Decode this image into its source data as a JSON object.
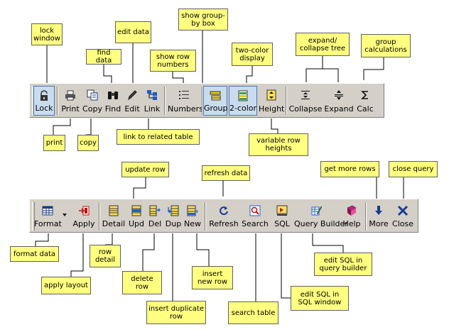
{
  "colors": {
    "toolbar": "#d4d0c8",
    "note": "#ffff80",
    "pressed": "#c9dcee",
    "pressed_border": "#4a74b8"
  },
  "toolbar1": {
    "buttons": [
      {
        "id": "lock",
        "label": "Lock",
        "icon": "lock-icon",
        "pressed": true
      },
      {
        "id": "print",
        "label": "Print",
        "icon": "printer-icon"
      },
      {
        "id": "copy",
        "label": "Copy",
        "icon": "copy-icon"
      },
      {
        "id": "find",
        "label": "Find",
        "icon": "binoculars-icon"
      },
      {
        "id": "edit",
        "label": "Edit",
        "icon": "pencil-icon"
      },
      {
        "id": "link",
        "label": "Link",
        "icon": "link-tree-icon"
      },
      {
        "id": "numbers",
        "label": "Numbers",
        "icon": "numbered-list-icon"
      },
      {
        "id": "group",
        "label": "Group",
        "icon": "group-box-icon",
        "pressed": true
      },
      {
        "id": "twocolor",
        "label": "2-color",
        "icon": "two-color-icon",
        "pressed": true
      },
      {
        "id": "height",
        "label": "Height",
        "icon": "row-height-icon"
      },
      {
        "id": "collapse",
        "label": "Collapse",
        "icon": "collapse-icon"
      },
      {
        "id": "expand",
        "label": "Expand",
        "icon": "expand-icon"
      },
      {
        "id": "calc",
        "label": "Calc",
        "icon": "sigma-icon"
      }
    ]
  },
  "toolbar2": {
    "buttons": [
      {
        "id": "format",
        "label": "Format",
        "icon": "format-grid-icon"
      },
      {
        "id": "apply",
        "label": "Apply",
        "icon": "apply-layout-icon"
      },
      {
        "id": "detail",
        "label": "Detail",
        "icon": "row-detail-icon"
      },
      {
        "id": "upd",
        "label": "Upd",
        "icon": "update-row-icon"
      },
      {
        "id": "del",
        "label": "Del",
        "icon": "delete-row-icon"
      },
      {
        "id": "dup",
        "label": "Dup",
        "icon": "duplicate-row-icon"
      },
      {
        "id": "new",
        "label": "New",
        "icon": "new-row-icon"
      },
      {
        "id": "refresh",
        "label": "Refresh",
        "icon": "refresh-icon"
      },
      {
        "id": "search",
        "label": "Search",
        "icon": "search-icon"
      },
      {
        "id": "sql",
        "label": "SQL",
        "icon": "sql-window-icon"
      },
      {
        "id": "qbuilder",
        "label": "Query Builder",
        "icon": "query-builder-icon"
      },
      {
        "id": "help",
        "label": "Help",
        "icon": "help-book-icon"
      },
      {
        "id": "more",
        "label": "More",
        "icon": "arrow-down-icon"
      },
      {
        "id": "close",
        "label": "Close",
        "icon": "close-icon"
      }
    ]
  },
  "notes": [
    {
      "id": "lock-window",
      "text": "lock window"
    },
    {
      "id": "find-data",
      "text": "find data"
    },
    {
      "id": "edit-data",
      "text": "edit data"
    },
    {
      "id": "show-row-numbers",
      "text": "show row numbers"
    },
    {
      "id": "show-group-by-box",
      "text": "show group-by box"
    },
    {
      "id": "two-color-display",
      "text": "two-color display"
    },
    {
      "id": "expand-collapse-tree",
      "text": "expand/ collapse tree"
    },
    {
      "id": "group-calculations",
      "text": "group calculations"
    },
    {
      "id": "print",
      "text": "print"
    },
    {
      "id": "copy",
      "text": "copy"
    },
    {
      "id": "link-to-related-table",
      "text": "link to related table"
    },
    {
      "id": "variable-row-heights",
      "text": "variable row heights"
    },
    {
      "id": "update-row",
      "text": "update row"
    },
    {
      "id": "refresh-data",
      "text": "refresh data"
    },
    {
      "id": "get-more-rows",
      "text": "get more rows"
    },
    {
      "id": "close-query",
      "text": "close query"
    },
    {
      "id": "format-data",
      "text": "format data"
    },
    {
      "id": "row-detail",
      "text": "row detail"
    },
    {
      "id": "apply-layout",
      "text": "apply layout"
    },
    {
      "id": "delete-row",
      "text": "delete row"
    },
    {
      "id": "insert-new-row",
      "text": "insert new row"
    },
    {
      "id": "edit-sql-query-builder",
      "text": "edit SQL in query builder"
    },
    {
      "id": "edit-sql-window",
      "text": "edit SQL in SQL window"
    },
    {
      "id": "insert-duplicate-row",
      "text": "insert duplicate row"
    },
    {
      "id": "search-table",
      "text": "search table"
    }
  ]
}
